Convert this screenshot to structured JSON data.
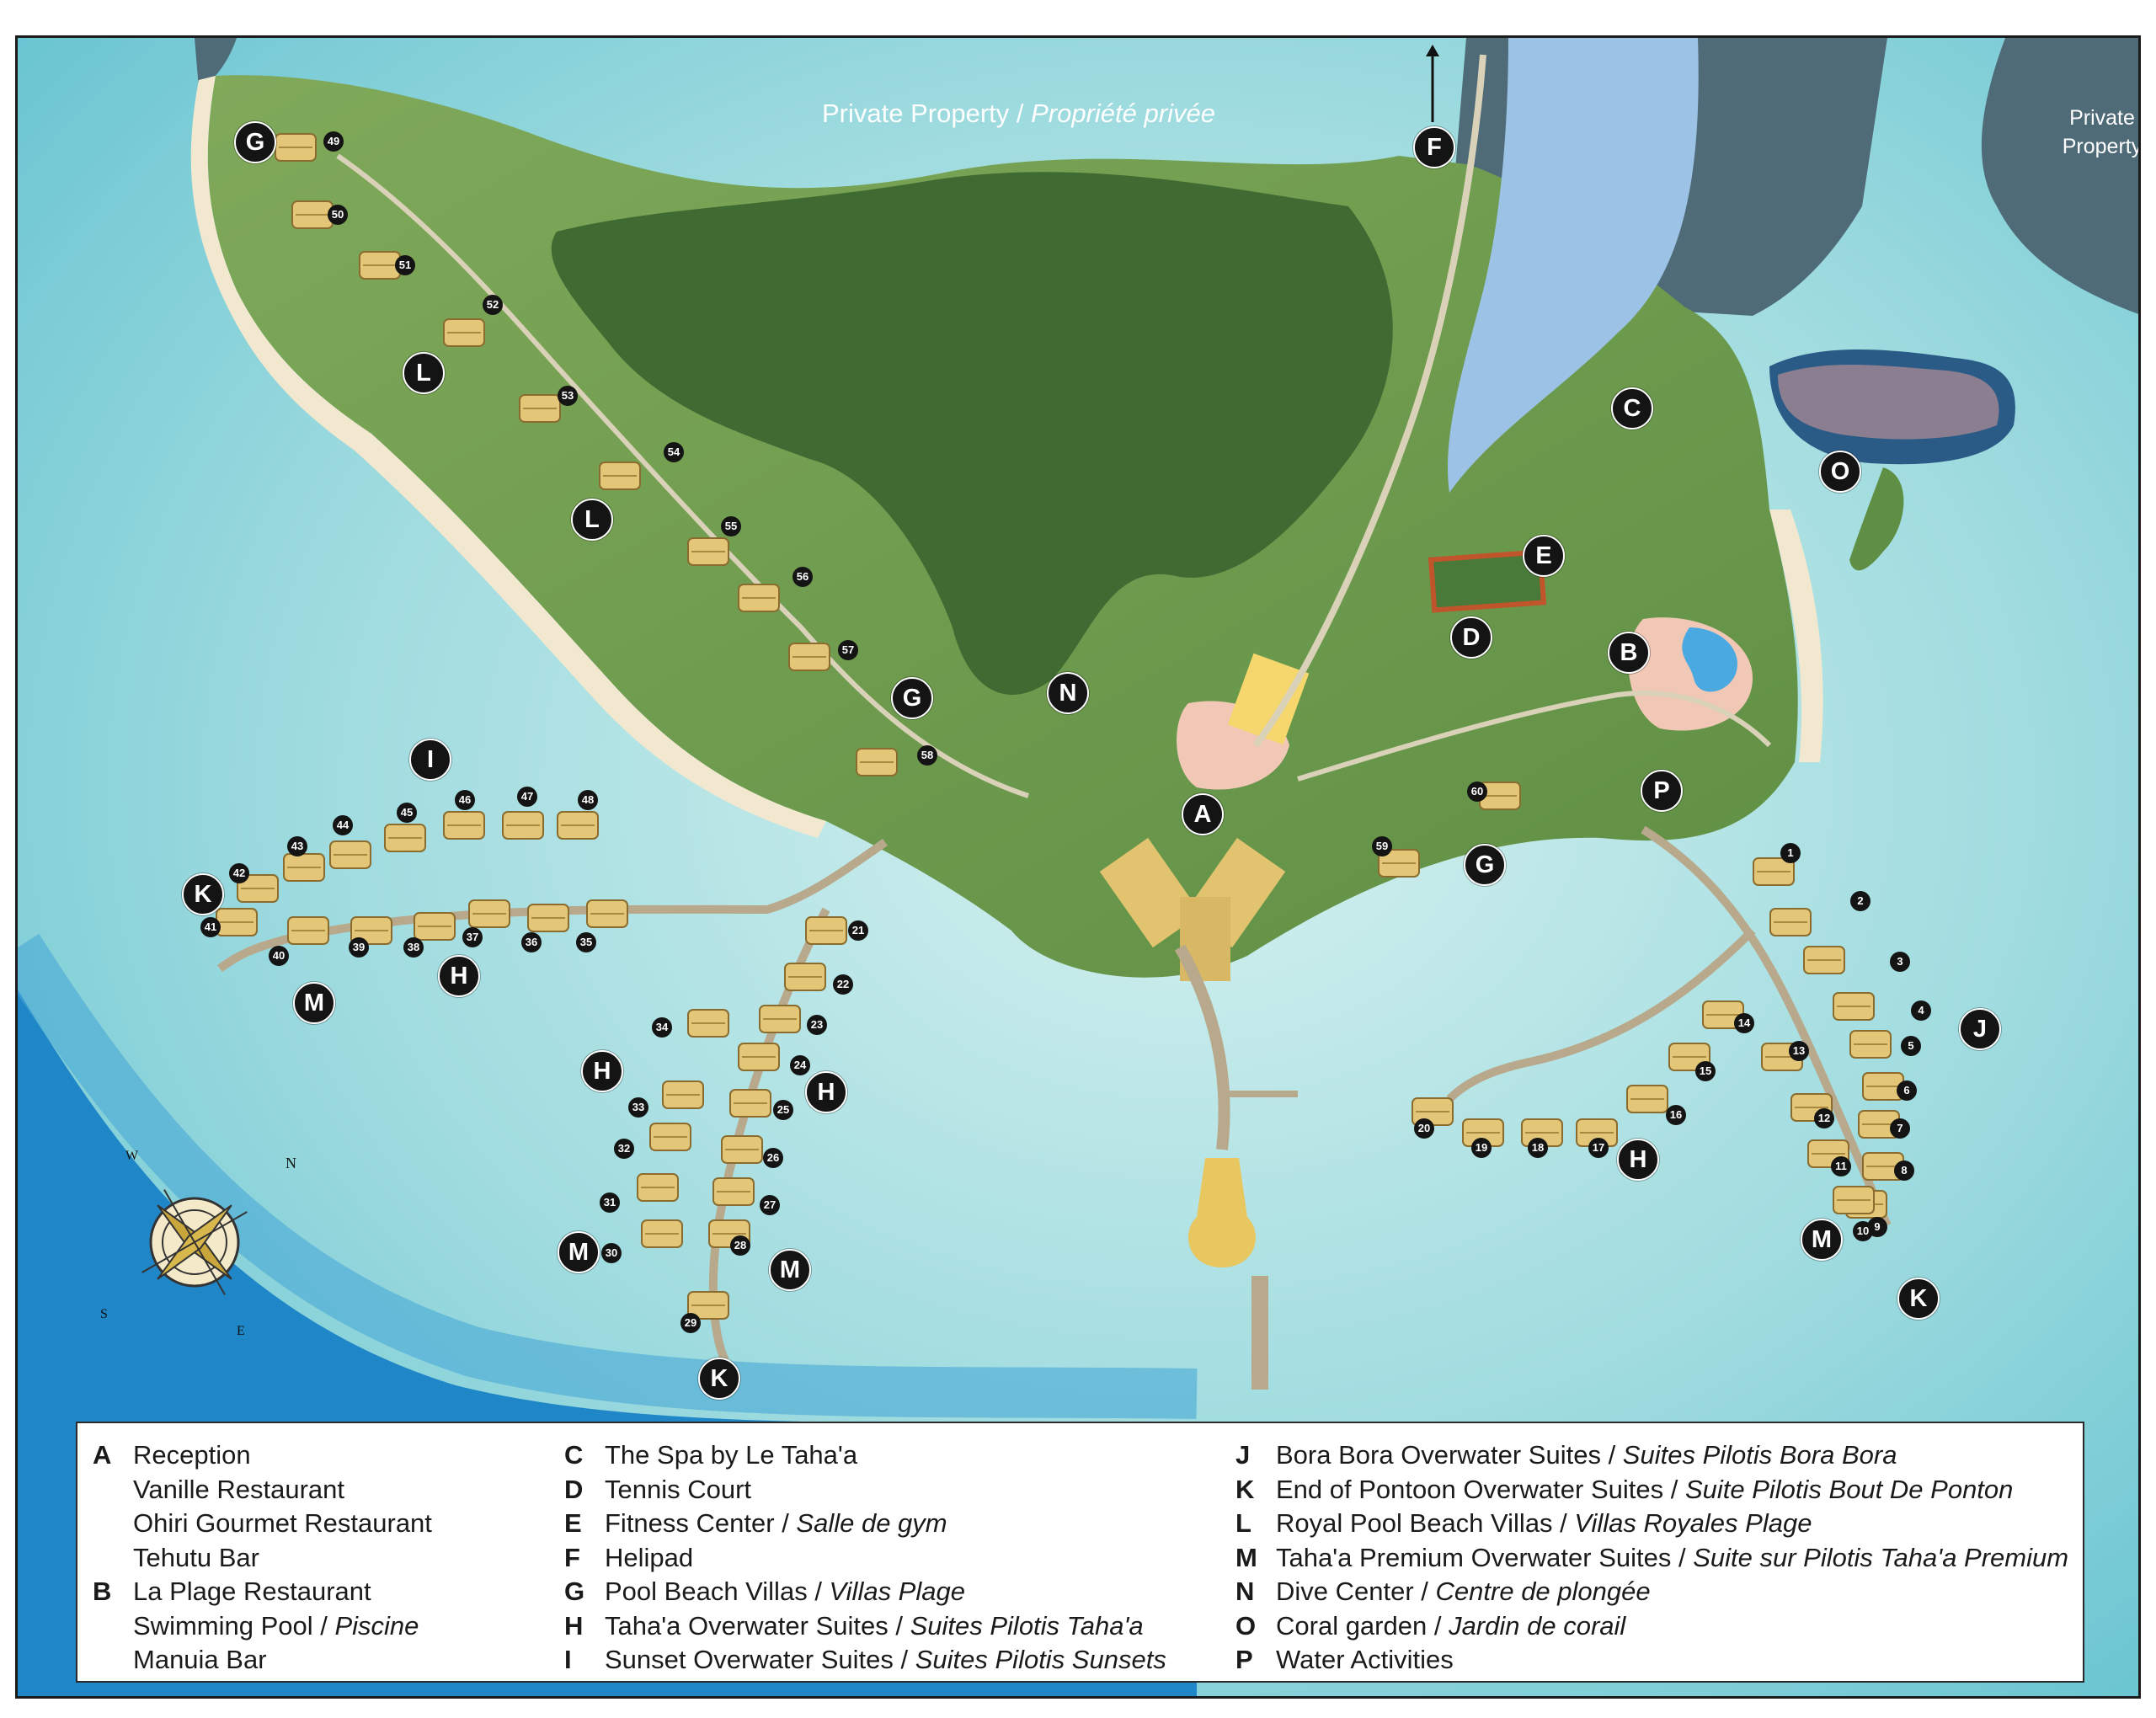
{
  "header": {
    "title_en": "Private Property",
    "title_sep": " / ",
    "title_fr": "Propriété privée",
    "corner_label_line1": "Private",
    "corner_label_line2": "Property"
  },
  "colors": {
    "deep_ocean": "#1f86c8",
    "lagoon": "#8fd6dc",
    "lagoon_light": "#c9ecec",
    "sand": "#f2e8cf",
    "grass": "#6f9c4e",
    "forest": "#3f6a32",
    "river": "#9cc3e6",
    "private_land": "#4f6b78",
    "pontoon": "#b8a98c",
    "marker": "#141414"
  },
  "compass": {
    "n": "N",
    "s": "S",
    "e": "E",
    "w": "W"
  },
  "markers": [
    {
      "id": "mk-A",
      "letter": "A"
    },
    {
      "id": "mk-B",
      "letter": "B"
    },
    {
      "id": "mk-C",
      "letter": "C"
    },
    {
      "id": "mk-D",
      "letter": "D"
    },
    {
      "id": "mk-E",
      "letter": "E"
    },
    {
      "id": "mk-F",
      "letter": "F"
    },
    {
      "id": "mk-G1",
      "letter": "G"
    },
    {
      "id": "mk-G2",
      "letter": "G"
    },
    {
      "id": "mk-G3",
      "letter": "G"
    },
    {
      "id": "mk-H1",
      "letter": "H"
    },
    {
      "id": "mk-H2",
      "letter": "H"
    },
    {
      "id": "mk-H3",
      "letter": "H"
    },
    {
      "id": "mk-H4",
      "letter": "H"
    },
    {
      "id": "mk-I",
      "letter": "I"
    },
    {
      "id": "mk-J",
      "letter": "J"
    },
    {
      "id": "mk-K1",
      "letter": "K"
    },
    {
      "id": "mk-K2",
      "letter": "K"
    },
    {
      "id": "mk-K3",
      "letter": "K"
    },
    {
      "id": "mk-L1",
      "letter": "L"
    },
    {
      "id": "mk-L2",
      "letter": "L"
    },
    {
      "id": "mk-M1",
      "letter": "M"
    },
    {
      "id": "mk-M2",
      "letter": "M"
    },
    {
      "id": "mk-M3",
      "letter": "M"
    },
    {
      "id": "mk-M4",
      "letter": "M"
    },
    {
      "id": "mk-N",
      "letter": "N"
    },
    {
      "id": "mk-O",
      "letter": "O"
    },
    {
      "id": "mk-P",
      "letter": "P"
    }
  ],
  "villa_numbers": [
    "1",
    "2",
    "3",
    "4",
    "5",
    "6",
    "7",
    "8",
    "9",
    "10",
    "11",
    "12",
    "13",
    "14",
    "15",
    "16",
    "17",
    "18",
    "19",
    "20",
    "21",
    "22",
    "23",
    "24",
    "25",
    "26",
    "27",
    "28",
    "29",
    "30",
    "31",
    "32",
    "33",
    "34",
    "35",
    "36",
    "37",
    "38",
    "39",
    "40",
    "41",
    "42",
    "43",
    "44",
    "45",
    "46",
    "47",
    "48",
    "49",
    "50",
    "51",
    "52",
    "53",
    "54",
    "55",
    "56",
    "57",
    "58",
    "59",
    "60"
  ],
  "legend": {
    "col1": [
      {
        "key": "A",
        "en": "Reception",
        "fr": ""
      },
      {
        "key": "",
        "en": "Vanille Restaurant",
        "fr": ""
      },
      {
        "key": "",
        "en": "Ohiri Gourmet Restaurant",
        "fr": ""
      },
      {
        "key": "",
        "en": "Tehutu Bar",
        "fr": ""
      },
      {
        "key": "B",
        "en": "La Plage Restaurant",
        "fr": ""
      },
      {
        "key": "",
        "en": "Swimming Pool",
        "fr": "Piscine"
      },
      {
        "key": "",
        "en": "Manuia Bar",
        "fr": ""
      }
    ],
    "col2": [
      {
        "key": "C",
        "en": "The Spa by Le Taha'a",
        "fr": ""
      },
      {
        "key": "D",
        "en": "Tennis Court",
        "fr": ""
      },
      {
        "key": "E",
        "en": "Fitness Center",
        "fr": "Salle de gym"
      },
      {
        "key": "F",
        "en": "Helipad",
        "fr": ""
      },
      {
        "key": "G",
        "en": "Pool Beach Villas",
        "fr": "Villas Plage"
      },
      {
        "key": "H",
        "en": "Taha'a Overwater Suites",
        "fr": "Suites Pilotis Taha'a"
      },
      {
        "key": "I",
        "en": "Sunset Overwater Suites",
        "fr": "Suites Pilotis Sunsets"
      }
    ],
    "col3": [
      {
        "key": "J",
        "en": "Bora Bora Overwater Suites",
        "fr": "Suites Pilotis Bora Bora"
      },
      {
        "key": "K",
        "en": "End of Pontoon Overwater Suites",
        "fr": "Suite Pilotis Bout De Ponton"
      },
      {
        "key": "L",
        "en": "Royal Pool Beach Villas",
        "fr": "Villas Royales Plage"
      },
      {
        "key": "M",
        "en": "Taha'a Premium Overwater Suites",
        "fr": "Suite sur Pilotis Taha'a Premium"
      },
      {
        "key": "N",
        "en": "Dive Center",
        "fr": "Centre de plongée"
      },
      {
        "key": "O",
        "en": "Coral garden",
        "fr": "Jardin de corail"
      },
      {
        "key": "P",
        "en": "Water Activities",
        "fr": ""
      }
    ]
  }
}
